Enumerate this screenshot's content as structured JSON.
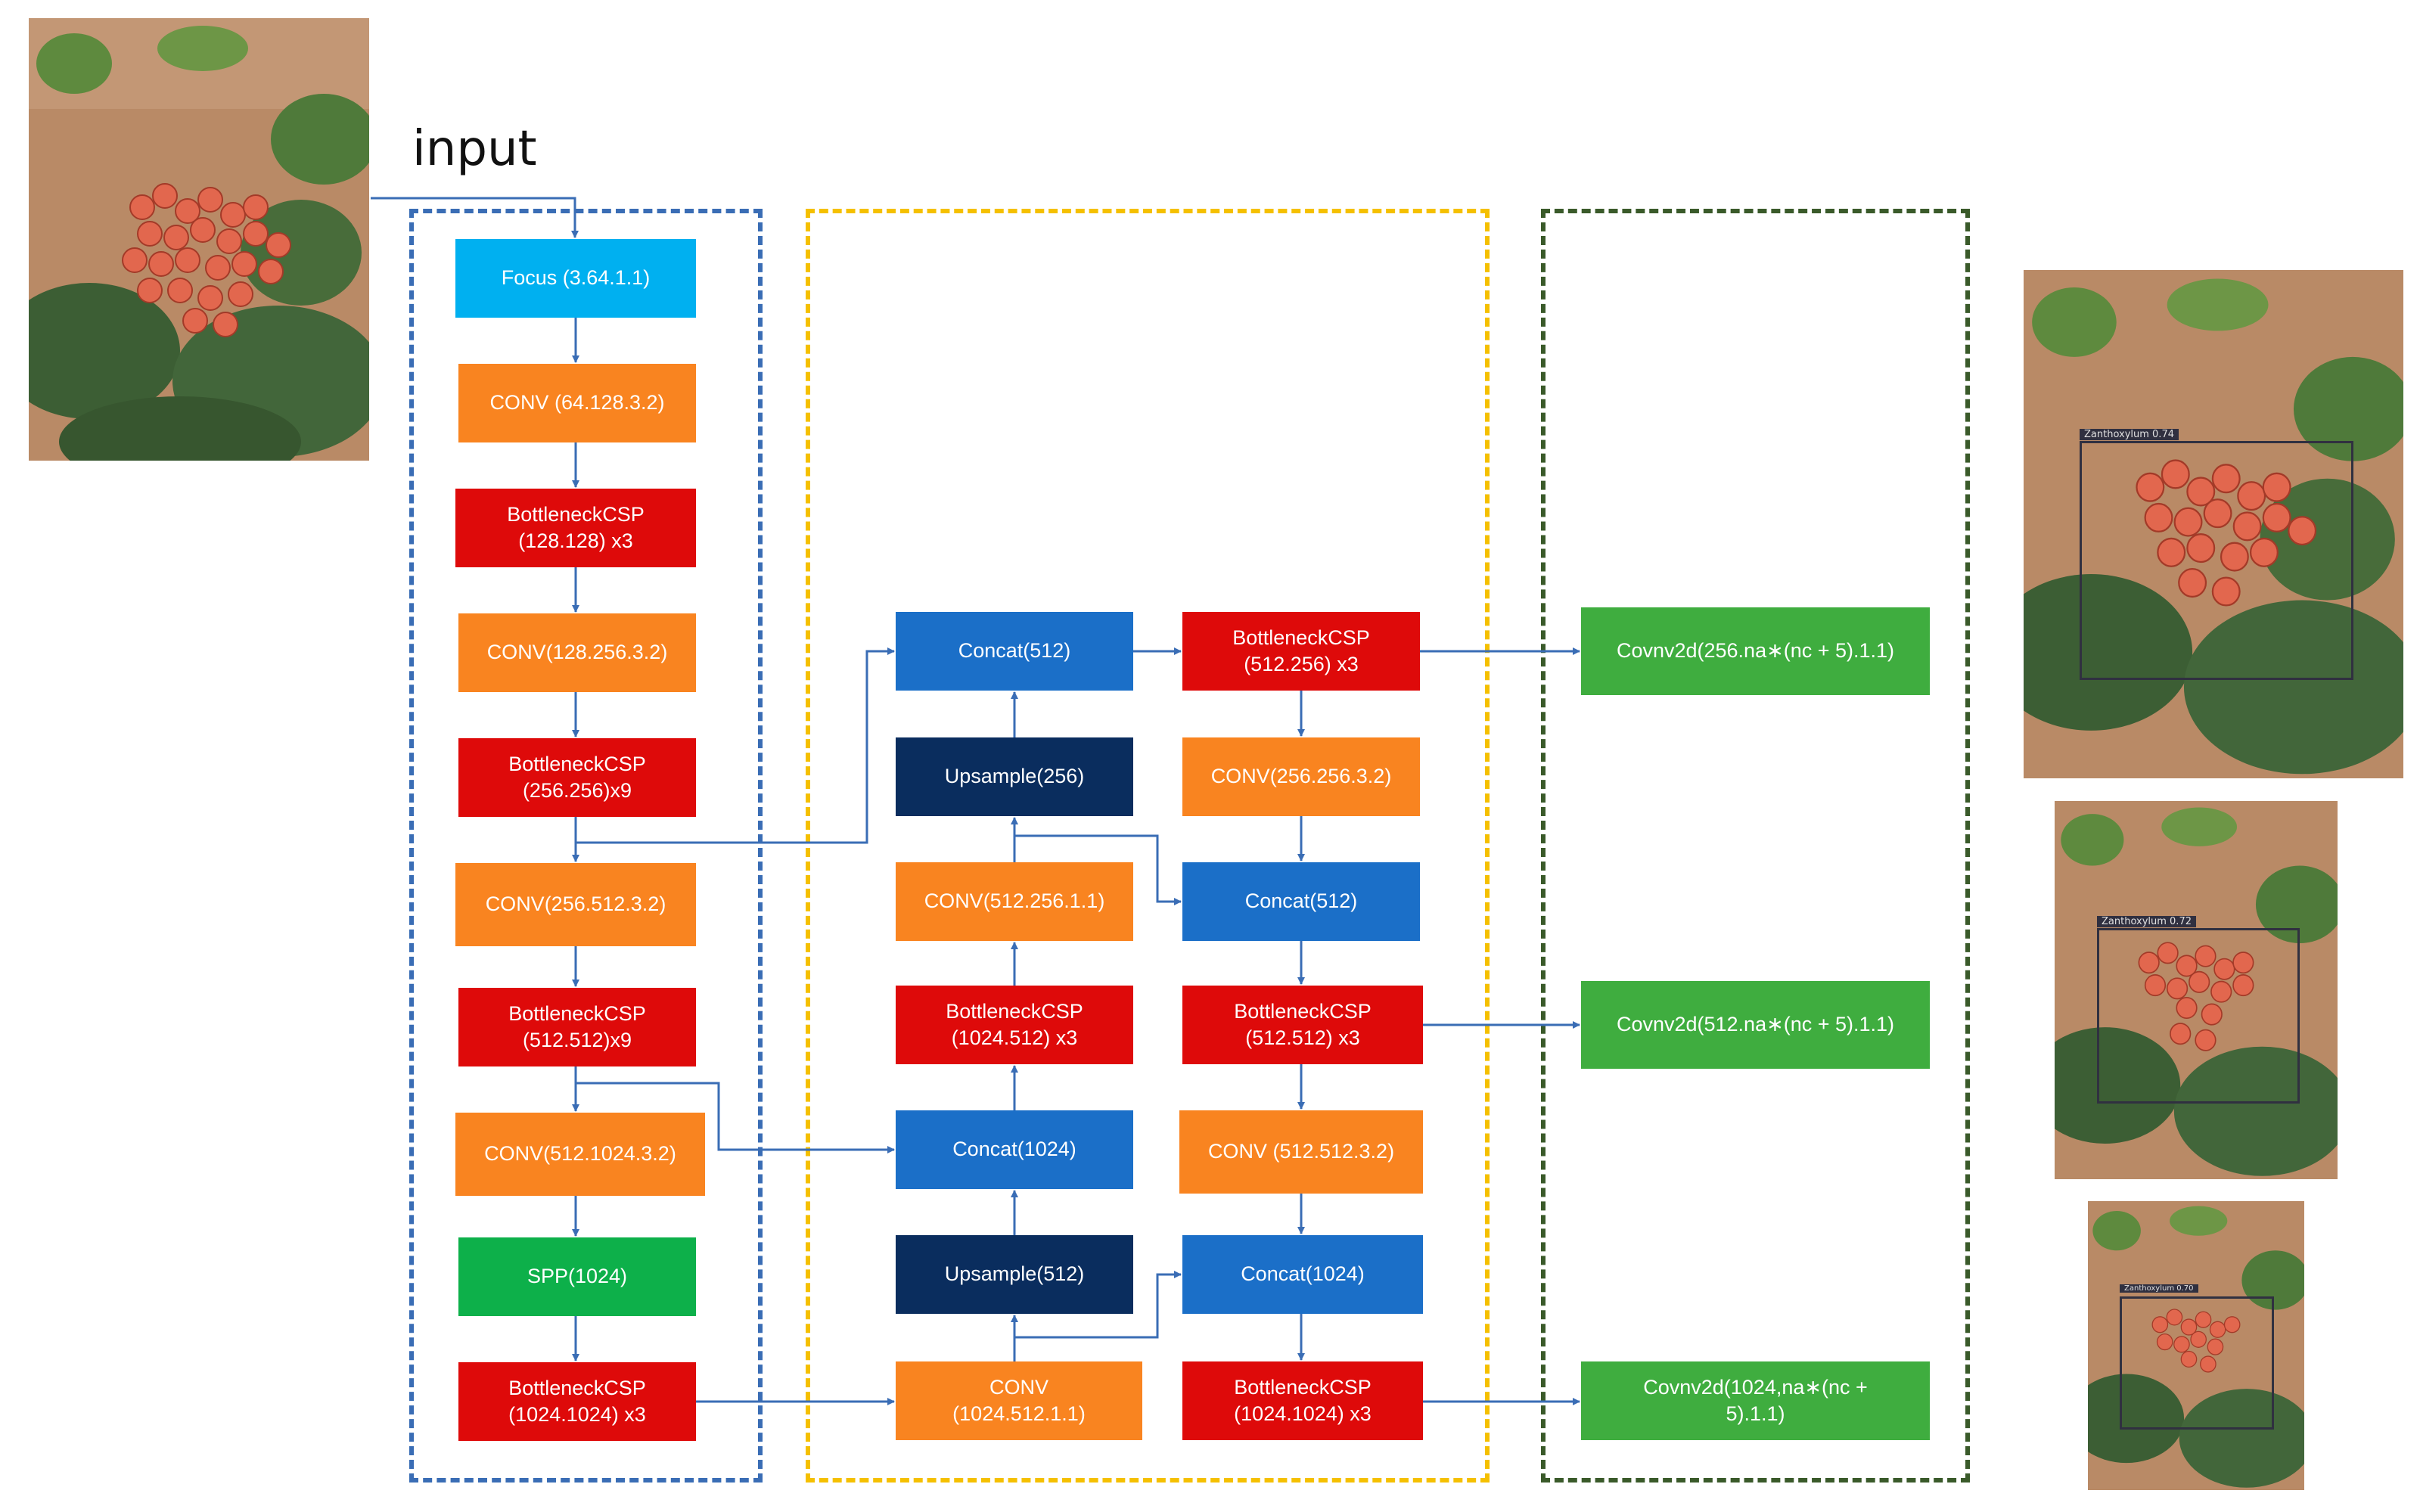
{
  "input_label": "input",
  "colors": {
    "focus": "#00b0f0",
    "conv": "#f98420",
    "csp": "#de0a0a",
    "spp": "#0db04a",
    "concat": "#1b6fc8",
    "upsample": "#0a2d5e",
    "detect": "#3fad3f",
    "backbone_border": "#3a6db5",
    "neck_border": "#f5c000",
    "head_border": "#3a5a2a",
    "arrow": "#3a6db5"
  },
  "backbone": [
    {
      "id": "b1",
      "label": "Focus (3.64.1.1)",
      "kind": "focus"
    },
    {
      "id": "b2",
      "label": "CONV (64.128.3.2)",
      "kind": "conv"
    },
    {
      "id": "b3",
      "label": "BottleneckCSP\n(128.128) x3",
      "kind": "csp"
    },
    {
      "id": "b4",
      "label": "CONV(128.256.3.2)",
      "kind": "conv"
    },
    {
      "id": "b5",
      "label": "BottleneckCSP\n(256.256)x9",
      "kind": "csp"
    },
    {
      "id": "b6",
      "label": "CONV(256.512.3.2)",
      "kind": "conv"
    },
    {
      "id": "b7",
      "label": "BottleneckCSP\n(512.512)x9",
      "kind": "csp"
    },
    {
      "id": "b8",
      "label": "CONV(512.1024.3.2)",
      "kind": "conv"
    },
    {
      "id": "b9",
      "label": "SPP(1024)",
      "kind": "spp"
    },
    {
      "id": "b10",
      "label": "BottleneckCSP\n(1024.1024) x3",
      "kind": "csp"
    }
  ],
  "neck_left": [
    {
      "id": "n1",
      "label": "Concat(512)",
      "kind": "concat"
    },
    {
      "id": "n2",
      "label": "Upsample(256)",
      "kind": "upsample"
    },
    {
      "id": "n3",
      "label": "CONV(512.256.1.1)",
      "kind": "conv"
    },
    {
      "id": "n4",
      "label": "BottleneckCSP\n(1024.512) x3",
      "kind": "csp"
    },
    {
      "id": "n5",
      "label": "Concat(1024)",
      "kind": "concat"
    },
    {
      "id": "n6",
      "label": "Upsample(512)",
      "kind": "upsample"
    },
    {
      "id": "n7",
      "label": "CONV\n(1024.512.1.1)",
      "kind": "conv"
    }
  ],
  "neck_right": [
    {
      "id": "m1",
      "label": "BottleneckCSP\n(512.256) x3",
      "kind": "csp"
    },
    {
      "id": "m2",
      "label": "CONV(256.256.3.2)",
      "kind": "conv"
    },
    {
      "id": "m3",
      "label": "Concat(512)",
      "kind": "concat"
    },
    {
      "id": "m4",
      "label": "BottleneckCSP\n(512.512) x3",
      "kind": "csp"
    },
    {
      "id": "m5",
      "label": "CONV (512.512.3.2)",
      "kind": "conv"
    },
    {
      "id": "m6",
      "label": "Concat(1024)",
      "kind": "concat"
    },
    {
      "id": "m7",
      "label": "BottleneckCSP\n(1024.1024) x3",
      "kind": "csp"
    }
  ],
  "head": [
    {
      "id": "h1",
      "label": "Covnv2d(256.na∗(nc + 5).1.1)",
      "kind": "detect"
    },
    {
      "id": "h2",
      "label": "Covnv2d(512.na∗(nc + 5).1.1)",
      "kind": "detect"
    },
    {
      "id": "h3",
      "label": "Covnv2d(1024,na∗(nc +\n5).1.1)",
      "kind": "detect"
    }
  ],
  "detections": [
    {
      "tag": "Zanthoxylum 0.74"
    },
    {
      "tag": "Zanthoxylum 0.72"
    },
    {
      "tag": "Zanthoxylum 0.70"
    }
  ]
}
